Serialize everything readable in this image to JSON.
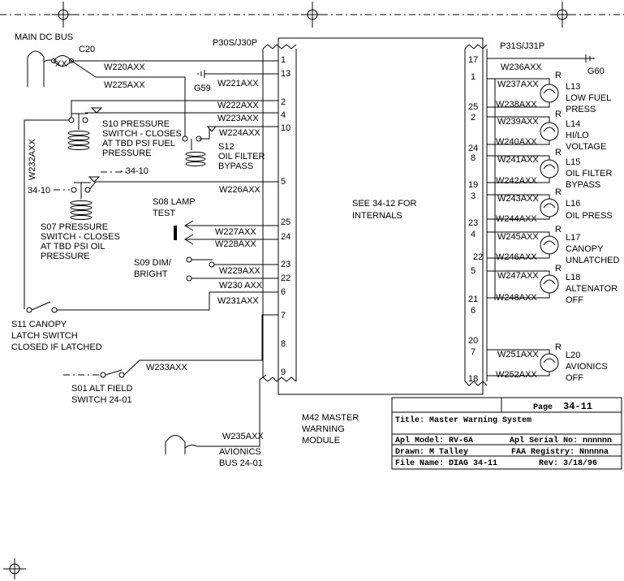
{
  "diagram": {
    "connectors": {
      "left": "P30S/J30P",
      "right": "P31S/J31P"
    },
    "main_dc_bus": "MAIN DC BUS",
    "bus_terminal_label": "XX",
    "c20": "C20",
    "grounds": {
      "g59": "G59",
      "g60": "G60"
    },
    "wires": {
      "w220": "W220AXX",
      "w225": "W225AXX",
      "w221": "W221AXX",
      "w222": "W222AXX",
      "w223": "W223AXX",
      "w224": "W224AXX",
      "w226": "W226AXX",
      "w227": "W227AXX",
      "w228": "W228AXX",
      "w229": "W229AXX",
      "w230": "W230 AXX",
      "w231": "W231AXX",
      "w232": "W232AXX",
      "w233": "W233AXX",
      "w235": "W235AXX",
      "w236": "W236AXX",
      "w237": "W237AXX",
      "w238": "W238AXX",
      "w239": "W239AXX",
      "w240": "W240AXX",
      "w241": "W241AXX",
      "w242": "W242AXX",
      "w243": "W243AXX",
      "w244": "W244AXX",
      "w245": "W245AXX",
      "w246": "W246AXX",
      "w247": "W247AXX",
      "w248": "W248AXX",
      "w251": "W251AXX",
      "w252": "W252AXX"
    },
    "left_pins": [
      "1",
      "13",
      "2",
      "4",
      "10",
      "5",
      "25",
      "24",
      "23",
      "22",
      "6",
      "7",
      "8",
      "9"
    ],
    "right_pins": [
      "17",
      "1",
      "25",
      "2",
      "24",
      "8",
      "19",
      "3",
      "23",
      "4",
      "22",
      "5",
      "21",
      "6",
      "20",
      "7",
      "18"
    ],
    "switches": {
      "s10": [
        "S10 PRESSURE",
        "SWITCH - CLOSES",
        "AT TBD PSI FUEL",
        "PRESSURE"
      ],
      "s12": [
        "S12",
        "OIL FILTER",
        "BYPASS"
      ],
      "s07": [
        "S07 PRESSURE",
        "SWITCH - CLOSES",
        "AT TBD PSI OIL",
        "PRESSURE"
      ],
      "s08": [
        "S08 LAMP",
        "TEST"
      ],
      "s09": [
        "S09 DIM/",
        "BRIGHT"
      ],
      "s11": [
        "S11 CANOPY",
        "LATCH SWITCH",
        "CLOSED IF LATCHED"
      ],
      "s01": [
        "S01 ALT FIELD",
        "SWITCH 24-01"
      ]
    },
    "ref_3410": "34-10",
    "ref_3410_b": "- 34-10",
    "module_note": [
      "SEE 34-12 FOR",
      "INTERNALS"
    ],
    "module_name": [
      "M42 MASTER",
      "WARNING",
      "MODULE"
    ],
    "avionics_bus": [
      "AVIONICS",
      "BUS 24-01"
    ],
    "lamp_r": "R",
    "lamps": [
      {
        "id": "L13",
        "lines": [
          "LOW FUEL",
          "PRESS"
        ]
      },
      {
        "id": "L14",
        "lines": [
          "HI/LO",
          "VOLTAGE"
        ]
      },
      {
        "id": "L15",
        "lines": [
          "OIL FILTER",
          "BYPASS"
        ]
      },
      {
        "id": "L16",
        "lines": [
          "OIL PRESS"
        ]
      },
      {
        "id": "L17",
        "lines": [
          "CANOPY",
          "UNLATCHED"
        ]
      },
      {
        "id": "L18",
        "lines": [
          "ALTENATOR",
          "OFF"
        ]
      },
      {
        "id": "L20",
        "lines": [
          "AVIONICS",
          "OFF"
        ]
      }
    ]
  },
  "title_block": {
    "page_label": "Page",
    "page": "34-11",
    "title": "Title: Master Warning System",
    "model": "Apl Model: RV-6A",
    "serial": "Apl Serial No: nnnnnn",
    "drawn": "Drawn: M Talley",
    "registry": "FAA Registry: Nnnnna",
    "file": "File Name: DIAG 34-11",
    "rev": "Rev: 3/18/96"
  }
}
